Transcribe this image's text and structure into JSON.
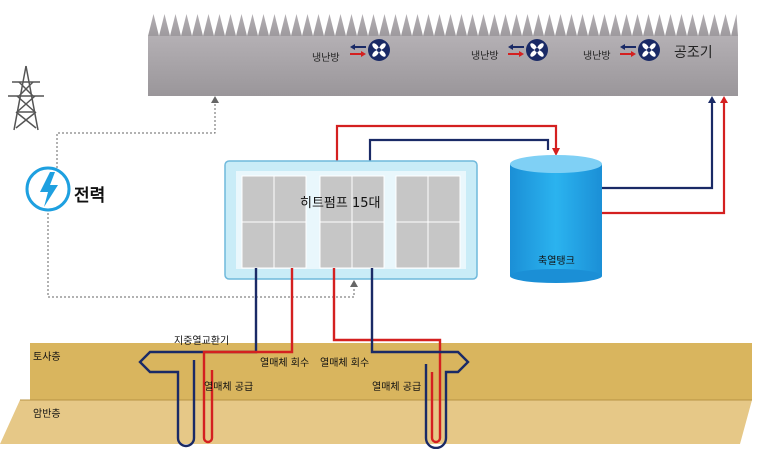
{
  "rooms": [
    {
      "label": "냉난방"
    },
    {
      "label": "냉난방"
    },
    {
      "label": "냉난방"
    }
  ],
  "ahu_label": "공조기",
  "power_label": "전력",
  "heatpump_label": "히트펌프 15대",
  "tank_label": "축열탱크",
  "gx_label": "지중열교환기",
  "soil_label": "토사층",
  "rock_label": "암반층",
  "return_label_1": "열매체 회수",
  "return_label_2": "열매체 회수",
  "supply_label_1": "열매체 공급",
  "supply_label_2": "열매체 공급",
  "colors": {
    "supply": "#d42020",
    "return": "#1a2a66",
    "soil": "#d8b35c",
    "rock": "#e3c47e",
    "building": "#a8a4a8",
    "tank": "#1ea0e0",
    "hp_frame": "#c9ecf7",
    "hp_panel": "#c6c6c6"
  },
  "icons": [
    "transmission-tower-icon",
    "lightning-icon",
    "fan-icon",
    "double-arrow-icon"
  ]
}
